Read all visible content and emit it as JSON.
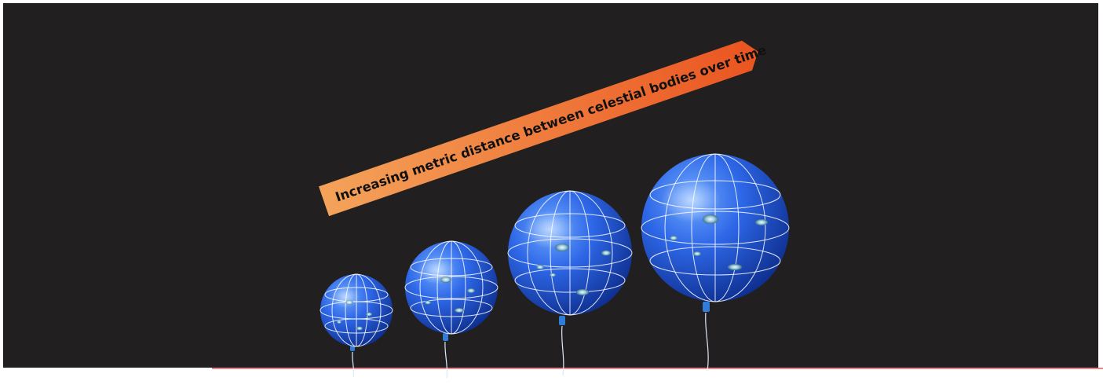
{
  "arrow": {
    "label": "Increasing metric distance between celestial bodies over time"
  },
  "colors": {
    "background": "#221f20",
    "balloon": "#2d66e6",
    "arrow_start": "#f29a4f",
    "arrow_end": "#ec5c21",
    "string": "#dfe9f6",
    "galaxy": "#a9d6e6"
  },
  "balloons": [
    {
      "name": "smallest"
    },
    {
      "name": "small"
    },
    {
      "name": "medium"
    },
    {
      "name": "largest"
    }
  ]
}
